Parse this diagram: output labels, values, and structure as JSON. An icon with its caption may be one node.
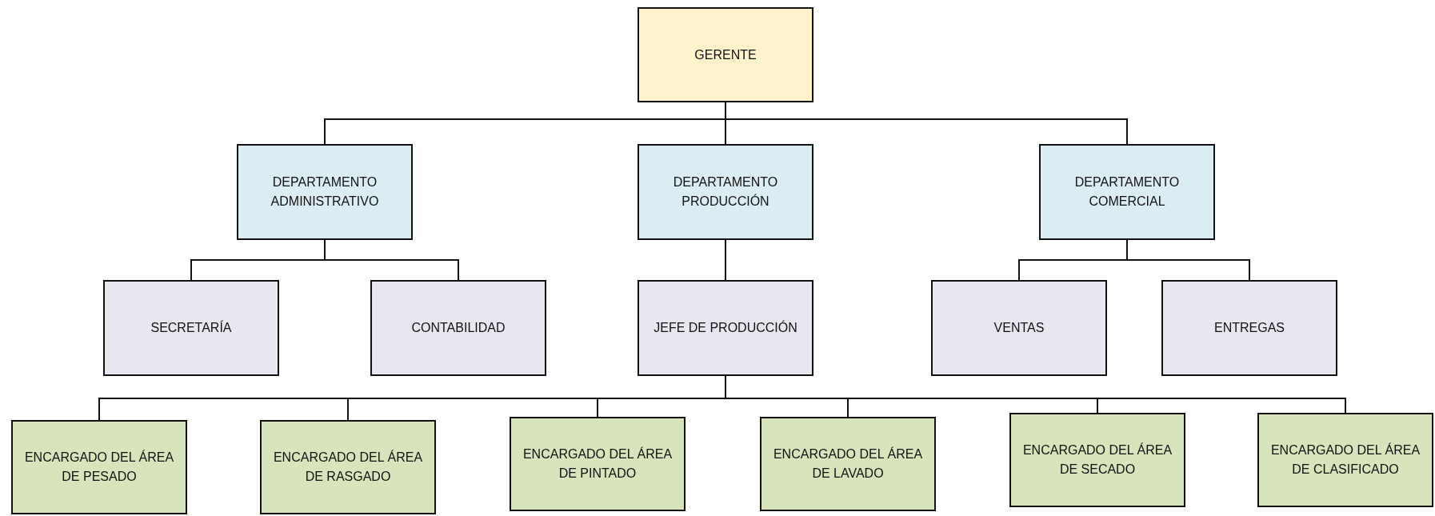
{
  "diagram": {
    "nodes": [
      {
        "text": [
          "GERENTE"
        ]
      },
      {
        "text": [
          "DEPARTAMENTO ADMINISTRATIVO"
        ]
      },
      {
        "text": [
          "DEPARTAMENTO PRODUCCIÓN"
        ]
      },
      {
        "text": [
          "DEPARTAMENTO COMERCIAL"
        ]
      },
      {
        "text": [
          "SECRETARÍA"
        ]
      },
      {
        "text": [
          "CONTABILIDAD"
        ]
      },
      {
        "text": [
          "JEFE DE PRODUCCIÓN"
        ]
      },
      {
        "text": [
          "VENTAS"
        ]
      },
      {
        "text": [
          "ENTREGAS"
        ]
      },
      {
        "text": [
          "ENCARGADO DEL ÁREA DE PESADO"
        ]
      },
      {
        "text": [
          "ENCARGADO DEL ÁREA DE RASGADO"
        ]
      },
      {
        "text": [
          "ENCARGADO DEL ÁREA DE PINTADO"
        ]
      },
      {
        "text": [
          "ENCARGADO DEL ÁREA DE LAVADO"
        ]
      },
      {
        "text": [
          "ENCARGADO DEL ÁREA DE SECADO"
        ]
      },
      {
        "text": [
          "ENCARGADO DEL ÁREA DE CLASIFICADO"
        ]
      }
    ],
    "edges": [
      {
        "from": 0,
        "to": 1,
        "arrow": "none"
      },
      {
        "from": 0,
        "to": 2,
        "arrow": "none"
      },
      {
        "from": 0,
        "to": 3,
        "arrow": "none"
      },
      {
        "from": 1,
        "to": 4,
        "arrow": "none"
      },
      {
        "from": 1,
        "to": 5,
        "arrow": "none"
      },
      {
        "from": 2,
        "to": 6,
        "arrow": "none"
      },
      {
        "from": 3,
        "to": 7,
        "arrow": "none"
      },
      {
        "from": 3,
        "to": 8,
        "arrow": "none"
      },
      {
        "from": 6,
        "to": 9,
        "arrow": "none"
      },
      {
        "from": 6,
        "to": 10,
        "arrow": "none"
      },
      {
        "from": 6,
        "to": 11,
        "arrow": "none"
      },
      {
        "from": 6,
        "to": 12,
        "arrow": "none"
      },
      {
        "from": 6,
        "to": 13,
        "arrow": "none"
      },
      {
        "from": 6,
        "to": 14,
        "arrow": "none"
      }
    ]
  }
}
